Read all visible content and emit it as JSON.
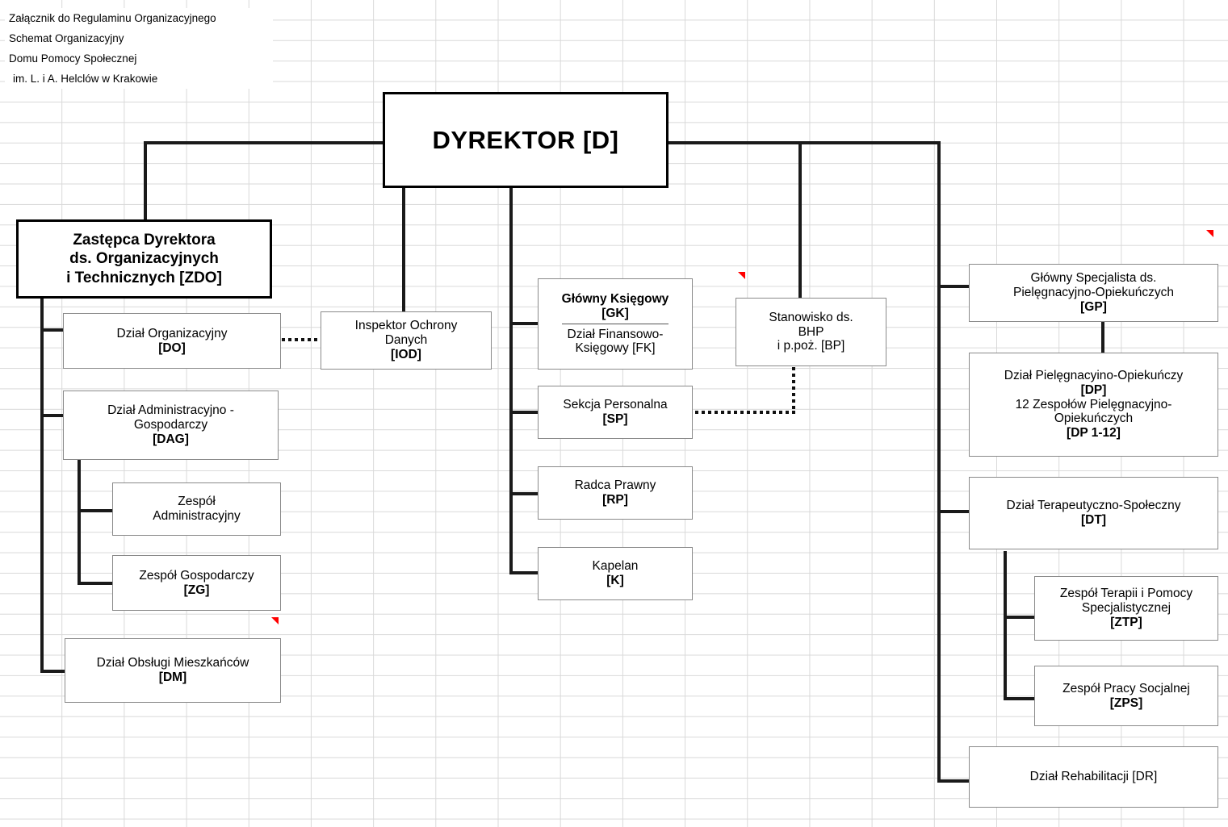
{
  "document": {
    "header_lines": [
      "Załącznik do Regulaminu Organizacyjnego",
      "Schemat Organizacyjny",
      "Domu Pomocy Społecznej",
      "im. L. i A. Helclów w Krakowie"
    ]
  },
  "chart_data": {
    "type": "diagram",
    "title": "Schemat Organizacyjny Domu Pomocy Społecznej im. L. i A. Helclów w Krakowie",
    "nodes": [
      {
        "id": "D",
        "lines": [
          "DYREKTOR  [D]"
        ]
      },
      {
        "id": "ZDO",
        "lines": [
          "Zastępca Dyrektora",
          "ds. Organizacyjnych",
          "i Technicznych [ZDO]"
        ]
      },
      {
        "id": "DO",
        "lines": [
          "Dział Organizacyjny",
          "[DO]"
        ]
      },
      {
        "id": "DAG",
        "lines": [
          "Dział Administracyjno -",
          "Gospodarczy",
          "[DAG]"
        ]
      },
      {
        "id": "ZA",
        "lines": [
          "Zespół",
          "Administracyjny"
        ]
      },
      {
        "id": "ZG",
        "lines": [
          "Zespół Gospodarczy",
          "[ZG]"
        ]
      },
      {
        "id": "DM",
        "lines": [
          "Dział Obsługi Mieszkańców",
          "[DM]"
        ]
      },
      {
        "id": "IOD",
        "lines": [
          "Inspektor Ochrony",
          "Danych",
          "[IOD]"
        ]
      },
      {
        "id": "GK",
        "lines": [
          "Główny Księgowy",
          "[GK]",
          "Dział Finansowo-",
          "Księgowy  [FK]"
        ]
      },
      {
        "id": "SP",
        "lines": [
          "Sekcja Personalna",
          "[SP]"
        ]
      },
      {
        "id": "RP",
        "lines": [
          "Radca Prawny",
          "[RP]"
        ]
      },
      {
        "id": "K",
        "lines": [
          "Kapelan",
          "[K]"
        ]
      },
      {
        "id": "BP",
        "lines": [
          "Stanowisko ds.",
          "BHP",
          "i  p.poż.  [BP]"
        ]
      },
      {
        "id": "GP",
        "lines": [
          "Główny Specjalista ds.",
          "Pielęgnacyjno-Opiekuńczych",
          "[GP]"
        ]
      },
      {
        "id": "DP",
        "lines": [
          "Dział Pielęgnacyino-Opiekuńczy",
          "[DP]",
          "12 Zespołów  Pielęgnacyjno-",
          "Opiekuńczych",
          "[DP 1-12]"
        ]
      },
      {
        "id": "DT",
        "lines": [
          "Dział Terapeutyczno-Społeczny",
          "[DT]"
        ]
      },
      {
        "id": "ZTP",
        "lines": [
          "Zespół Terapii i Pomocy",
          "Specjalistycznej",
          "[ZTP]"
        ]
      },
      {
        "id": "ZPS",
        "lines": [
          "Zespół Pracy Socjalnej",
          "[ZPS]"
        ]
      },
      {
        "id": "DR",
        "lines": [
          "Dział Rehabilitacji [DR]"
        ]
      }
    ],
    "edges": [
      {
        "from": "D",
        "to": "ZDO",
        "style": "solid"
      },
      {
        "from": "D",
        "to": "IOD",
        "style": "solid"
      },
      {
        "from": "D",
        "to": "GK",
        "style": "solid"
      },
      {
        "from": "D",
        "to": "SP",
        "style": "solid"
      },
      {
        "from": "D",
        "to": "RP",
        "style": "solid"
      },
      {
        "from": "D",
        "to": "K",
        "style": "solid"
      },
      {
        "from": "D",
        "to": "BP",
        "style": "solid"
      },
      {
        "from": "D",
        "to": "GP",
        "style": "solid"
      },
      {
        "from": "D",
        "to": "DT",
        "style": "solid"
      },
      {
        "from": "D",
        "to": "DR",
        "style": "solid"
      },
      {
        "from": "ZDO",
        "to": "DO",
        "style": "solid"
      },
      {
        "from": "ZDO",
        "to": "DAG",
        "style": "solid"
      },
      {
        "from": "ZDO",
        "to": "DM",
        "style": "solid"
      },
      {
        "from": "DAG",
        "to": "ZA",
        "style": "solid"
      },
      {
        "from": "DAG",
        "to": "ZG",
        "style": "solid"
      },
      {
        "from": "GP",
        "to": "DP",
        "style": "solid"
      },
      {
        "from": "DT",
        "to": "ZTP",
        "style": "solid"
      },
      {
        "from": "DT",
        "to": "ZPS",
        "style": "solid"
      },
      {
        "from": "DO",
        "to": "IOD",
        "style": "dotted"
      },
      {
        "from": "SP",
        "to": "BP",
        "style": "dotted"
      }
    ],
    "colors": {
      "box_border": "#8a8a8a",
      "strong_border": "#000000",
      "connector": "#1a1a1a",
      "grid": "#d9d9d9",
      "comment_marker": "#ff0000"
    }
  }
}
